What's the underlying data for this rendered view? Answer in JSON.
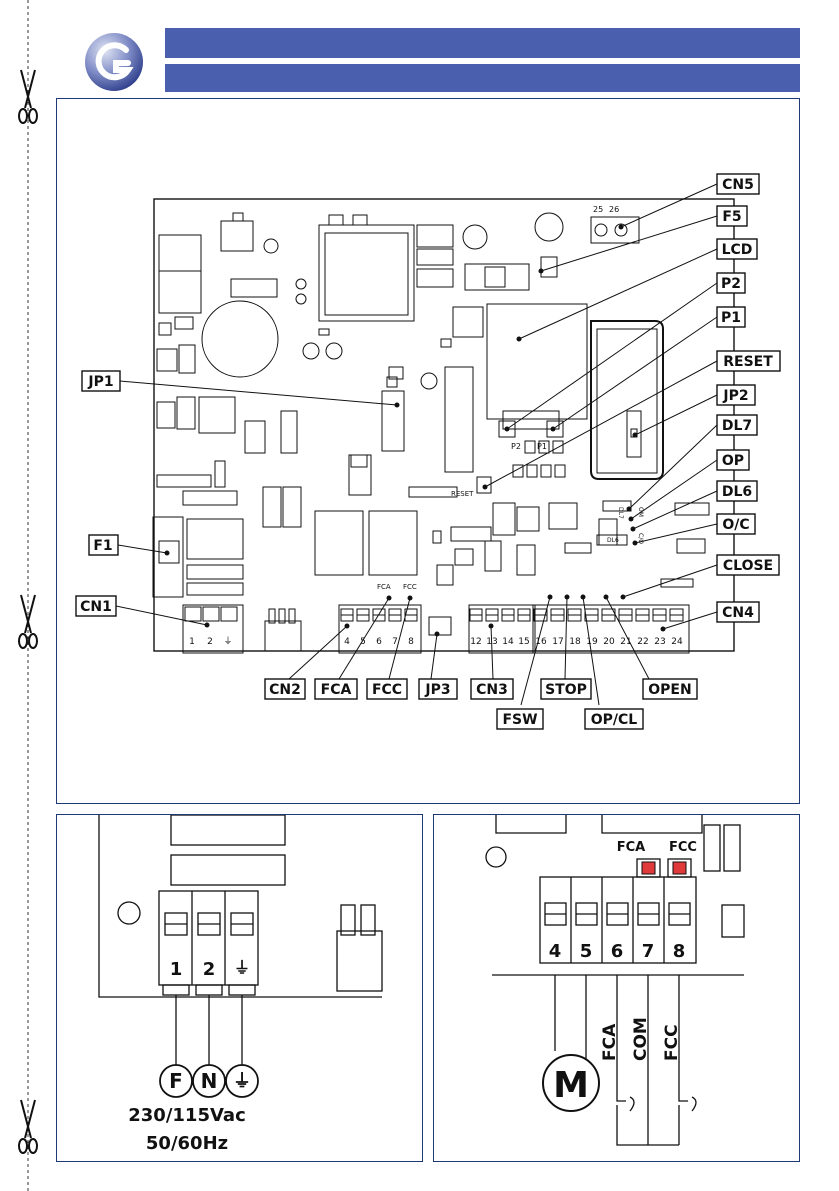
{
  "header": {
    "logo": "company-logo"
  },
  "colors": {
    "band": "#4a5fae",
    "frame": "#1e3a78",
    "ink": "#111111",
    "jumper_red": "#e03a3a"
  },
  "board": {
    "callouts": {
      "cn5": "CN5",
      "f5": "F5",
      "lcd": "LCD",
      "p2": "P2",
      "p1": "P1",
      "reset": "RESET",
      "jp2": "JP2",
      "dl7": "DL7",
      "op": "OP",
      "dl6": "DL6",
      "oc": "O/C",
      "close": "CLOSE",
      "cn4": "CN4",
      "jp1": "JP1",
      "f1": "F1",
      "cn1": "CN1",
      "cn2": "CN2",
      "fca": "FCA",
      "fcc": "FCC",
      "jp3": "JP3",
      "cn3": "CN3",
      "stop": "STOP",
      "open": "OPEN",
      "fsw": "FSW",
      "opcl": "OP/CL"
    },
    "silk": {
      "t25": "25",
      "t26": "26",
      "p2": "P2",
      "p1": "P1",
      "reset": "RESET",
      "dl7": "DL7",
      "dl6": "DL6",
      "fca": "FCA",
      "fcc": "FCC",
      "om": "OM",
      "cl": "C/O"
    },
    "terminals": {
      "cn1": [
        "1",
        "2",
        "⏚"
      ],
      "cn2": [
        "4",
        "5",
        "6",
        "7",
        "8"
      ],
      "cn3": [
        "12",
        "13",
        "14",
        "15"
      ],
      "cn4": [
        "16",
        "17",
        "18",
        "19",
        "20",
        "21",
        "22",
        "23",
        "24"
      ]
    }
  },
  "power": {
    "terminals": [
      "1",
      "2",
      "⏚"
    ],
    "symbols": [
      "F",
      "N",
      "⏚"
    ],
    "voltage": "230/115Vac",
    "frequency": "50/60Hz"
  },
  "motor": {
    "terminals": [
      "4",
      "5",
      "6",
      "7",
      "8"
    ],
    "top_labels": [
      "FCA",
      "FCC"
    ],
    "wire_labels": [
      "FCA",
      "COM",
      "FCC"
    ],
    "motor_symbol": "M"
  }
}
